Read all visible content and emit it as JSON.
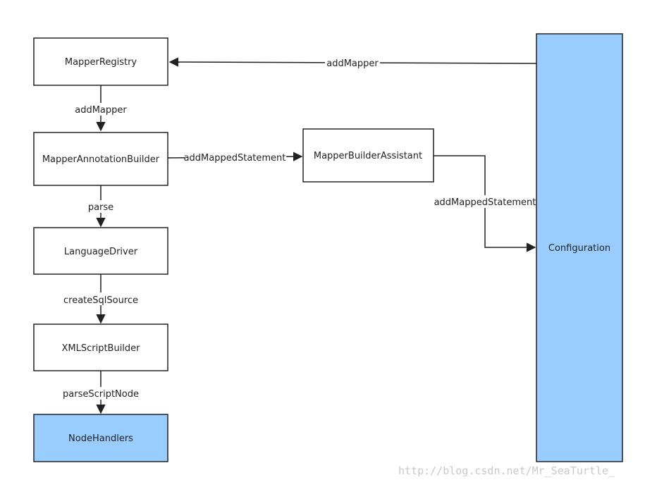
{
  "colors": {
    "node_fill": "#ffffff",
    "highlight_fill": "#99ccff",
    "stroke": "#222222"
  },
  "nodes": {
    "mapper_registry": "MapperRegistry",
    "mapper_annotation_builder": "MapperAnnotationBuilder",
    "language_driver": "LanguageDriver",
    "xml_script_builder": "XMLScriptBuilder",
    "node_handlers": "NodeHandlers",
    "mapper_builder_assistant": "MapperBuilderAssistant",
    "configuration": "Configuration"
  },
  "edges": {
    "config_to_registry": "addMapper",
    "registry_to_annotation": "addMapper",
    "annotation_to_assistant": "addMappedStatement",
    "annotation_to_driver": "parse",
    "driver_to_xml": "createSqlSource",
    "xml_to_handlers": "parseScriptNode",
    "assistant_to_config": "addMappedStatement"
  },
  "watermark": "http://blog.csdn.net/Mr_SeaTurtle_"
}
